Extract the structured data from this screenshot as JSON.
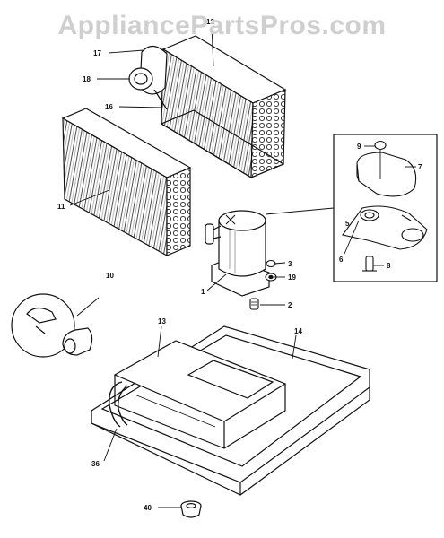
{
  "watermark": "AppliancePartsPros.com",
  "callouts": {
    "c1": "1",
    "c2": "2",
    "c3": "3",
    "c5": "5",
    "c6": "6",
    "c7": "7",
    "c8": "8",
    "c9": "9",
    "c10": "10",
    "c11": "11",
    "c12": "12",
    "c13": "13",
    "c14": "14",
    "c16": "16",
    "c17": "17",
    "c18": "18",
    "c19": "19",
    "c36": "36",
    "c40": "40"
  },
  "colors": {
    "line": "#111111",
    "hatch": "#333333",
    "watermark": "#cfcfcf"
  }
}
